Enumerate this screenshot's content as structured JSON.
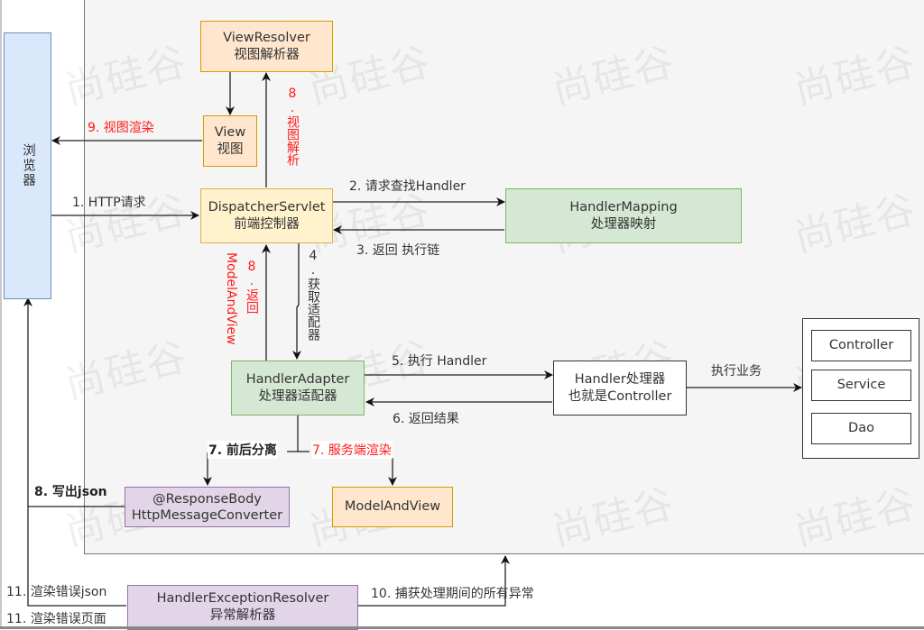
{
  "diagram": {
    "title": "SpringMVC 请求处理流程",
    "watermark": "尚硅谷",
    "colors": {
      "orange_fill": "#ffe6cc",
      "orange_stroke": "#d79b00",
      "yellow_fill": "#fff2cc",
      "yellow_stroke": "#d6b656",
      "green_fill": "#d5e8d4",
      "green_stroke": "#82b366",
      "blue_fill": "#dae8fc",
      "blue_stroke": "#6c8ebf",
      "purple_fill": "#e1d5e7",
      "purple_stroke": "#9673a6",
      "highlight_text": "#ff1a1a"
    },
    "nodes": {
      "browser": {
        "label": "浏览器"
      },
      "view_resolver": {
        "line1": "ViewResolver",
        "line2": "视图解析器"
      },
      "view": {
        "line1": "View",
        "line2": "视图"
      },
      "dispatcher": {
        "line1": "DispatcherServlet",
        "line2": "前端控制器"
      },
      "handler_mapping": {
        "line1": "HandlerMapping",
        "line2": "处理器映射"
      },
      "handler_adapter": {
        "line1": "HandlerAdapter",
        "line2": "处理器适配器"
      },
      "handler": {
        "line1": "Handler处理器",
        "line2": "也就是Controller"
      },
      "layers": [
        "Controller",
        "Service",
        "Dao"
      ],
      "response_body": {
        "line1": "@ResponseBody",
        "line2": "HttpMessageConverter"
      },
      "model_and_view": {
        "label": "ModelAndView"
      },
      "exception_resolver": {
        "line1": "HandlerExceptionResolver",
        "line2": "异常解析器"
      }
    },
    "edges": {
      "e1": "1. HTTP请求",
      "e2": "2. 请求查找Handler",
      "e3": "3. 返回 执行链",
      "e4": "4.获取适配器",
      "e5": "5. 执行 Handler",
      "e6": "6. 返回结果",
      "e7a": "7. 前后分离",
      "e7b": "7. 服务端渲染",
      "e8a": "8. 写出json",
      "e8b_num": "8.返回",
      "e8b_text": "ModelAndView",
      "e8c": "8.视图解析",
      "e9": "9. 视图渲染",
      "e10": "10. 捕获处理期间的所有异常",
      "e11a": "11. 渲染错误json",
      "e11b": "11. 渲染错误页面",
      "exec": "执行业务"
    }
  }
}
